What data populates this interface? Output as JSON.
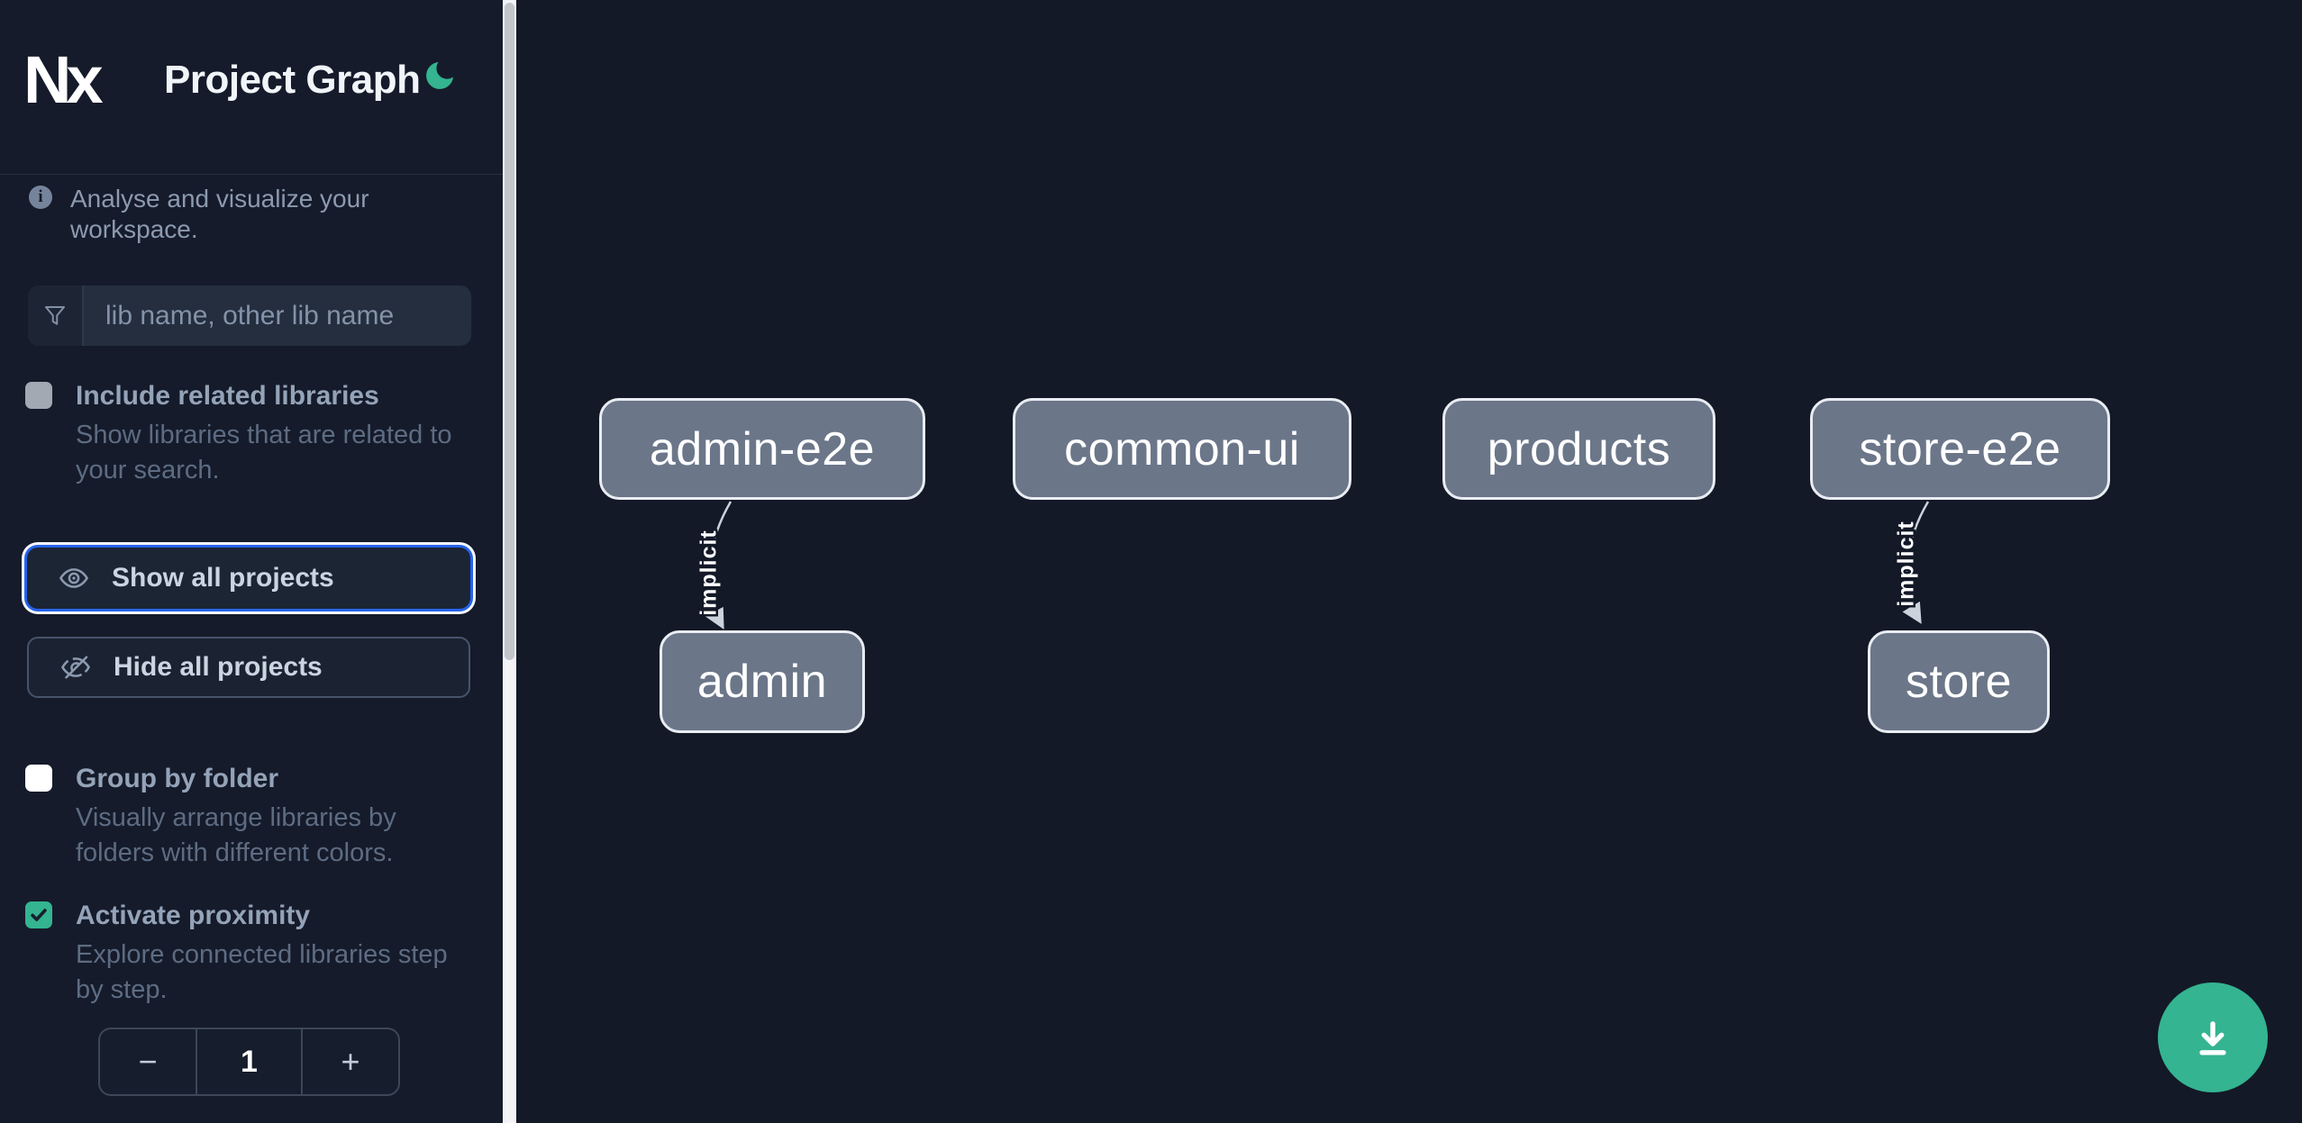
{
  "sidebar": {
    "logo_text": "Nx",
    "title": "Project Graph",
    "intro": {
      "icon_glyph": "i",
      "text": "Analyse and visualize your workspace."
    },
    "filter": {
      "placeholder": "lib name, other lib name",
      "value": ""
    },
    "include_related": {
      "label": "Include related libraries",
      "description": "Show libraries that are related to your search.",
      "checked": false
    },
    "show_all_label": "Show all projects",
    "hide_all_label": "Hide all projects",
    "group_by_folder": {
      "label": "Group by folder",
      "description": "Visually arrange libraries by folders with different colors.",
      "checked": false
    },
    "activate_proximity": {
      "label": "Activate proximity",
      "description": "Explore connected libraries step by step.",
      "checked": true
    },
    "proximity_stepper": {
      "decrement_label": "−",
      "value": "1",
      "increment_label": "+"
    }
  },
  "graph": {
    "nodes": [
      {
        "id": "admin-e2e",
        "label": "admin-e2e"
      },
      {
        "id": "common-ui",
        "label": "common-ui"
      },
      {
        "id": "products",
        "label": "products"
      },
      {
        "id": "store-e2e",
        "label": "store-e2e"
      },
      {
        "id": "admin",
        "label": "admin"
      },
      {
        "id": "store",
        "label": "store"
      }
    ],
    "edges": [
      {
        "source": "admin-e2e",
        "target": "admin",
        "type": "implicit",
        "label": "implicit"
      },
      {
        "source": "store-e2e",
        "target": "store",
        "type": "implicit",
        "label": "implicit"
      }
    ]
  },
  "colors": {
    "accent_green": "#34b491",
    "focus_ring_blue": "#2563eb",
    "node_fill": "#6b7689",
    "node_border": "#e9edf2",
    "edge_stroke": "#ccd3dd",
    "sidebar_bg": "#151b2a",
    "canvas_bg": "#131927"
  }
}
